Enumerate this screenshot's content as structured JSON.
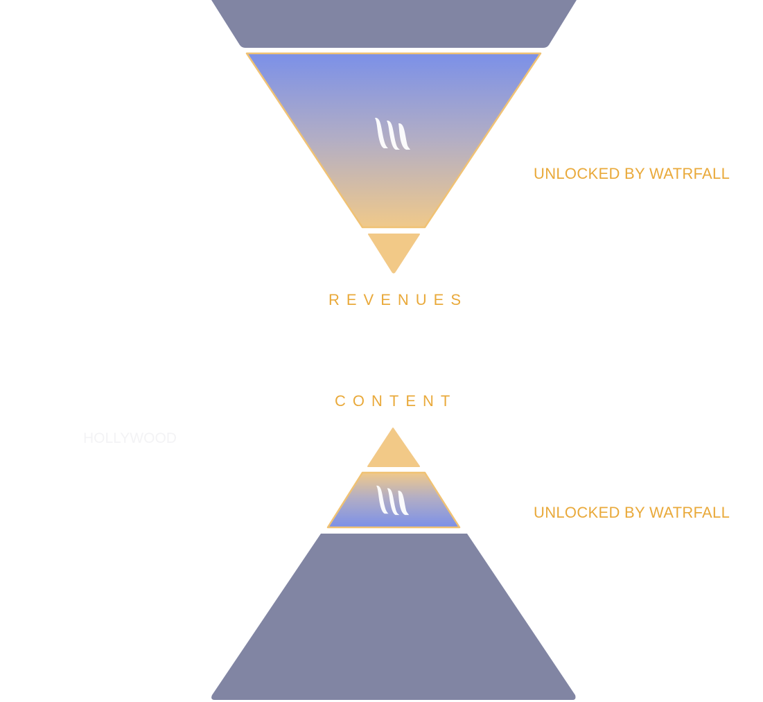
{
  "colors": {
    "slate": "#8185a3",
    "amber": "#f2c987",
    "amber_stroke": "#f0c274",
    "gradient_blue": "#7b90e8",
    "gradient_amber": "#f0c98a",
    "label_orange": "#e9a93a",
    "logo": "#ffffff"
  },
  "icons": {
    "logo": "watrfall-logo-icon"
  },
  "revenues": {
    "title": "REVENUES",
    "unlock_label": "UNLOCKED BY WATRFALL"
  },
  "content": {
    "title": "CONTENT",
    "unlock_label": "UNLOCKED BY WATRFALL",
    "side_label": "HOLLYWOOD"
  }
}
